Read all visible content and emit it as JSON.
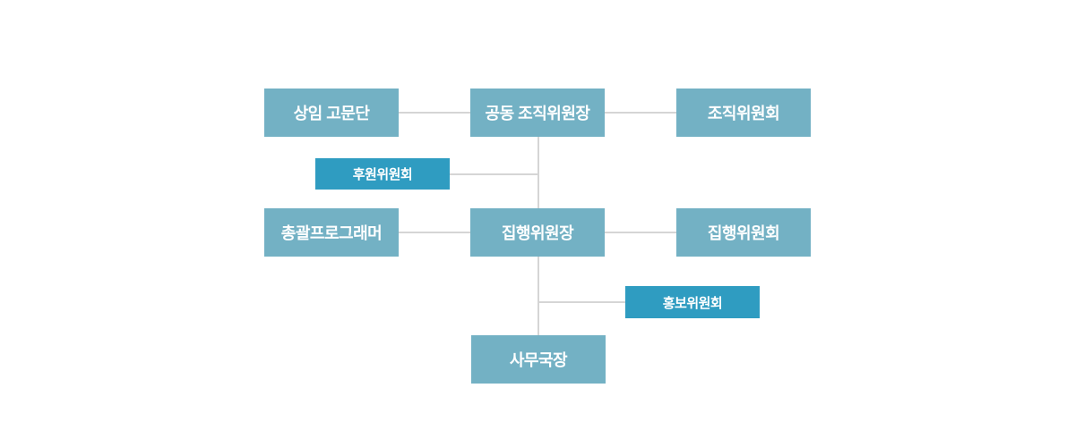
{
  "org_chart": {
    "nodes": {
      "advisory": {
        "label": "상임 고문단"
      },
      "co_chair": {
        "label": "공동 조직위원장"
      },
      "org_committee": {
        "label": "조직위원회"
      },
      "sponsor_committee": {
        "label": "후원위원회"
      },
      "head_programmer": {
        "label": "총괄프로그래머"
      },
      "exec_chair": {
        "label": "집행위원장"
      },
      "exec_committee": {
        "label": "집행위원회"
      },
      "pr_committee": {
        "label": "홍보위원회"
      },
      "secretary_general": {
        "label": "사무국장"
      }
    },
    "colors": {
      "primary_box": "#73b1c4",
      "accent_box": "#2f9cc1",
      "connector": "#d5d5d5",
      "text": "#ffffff",
      "background": "#ffffff"
    }
  }
}
